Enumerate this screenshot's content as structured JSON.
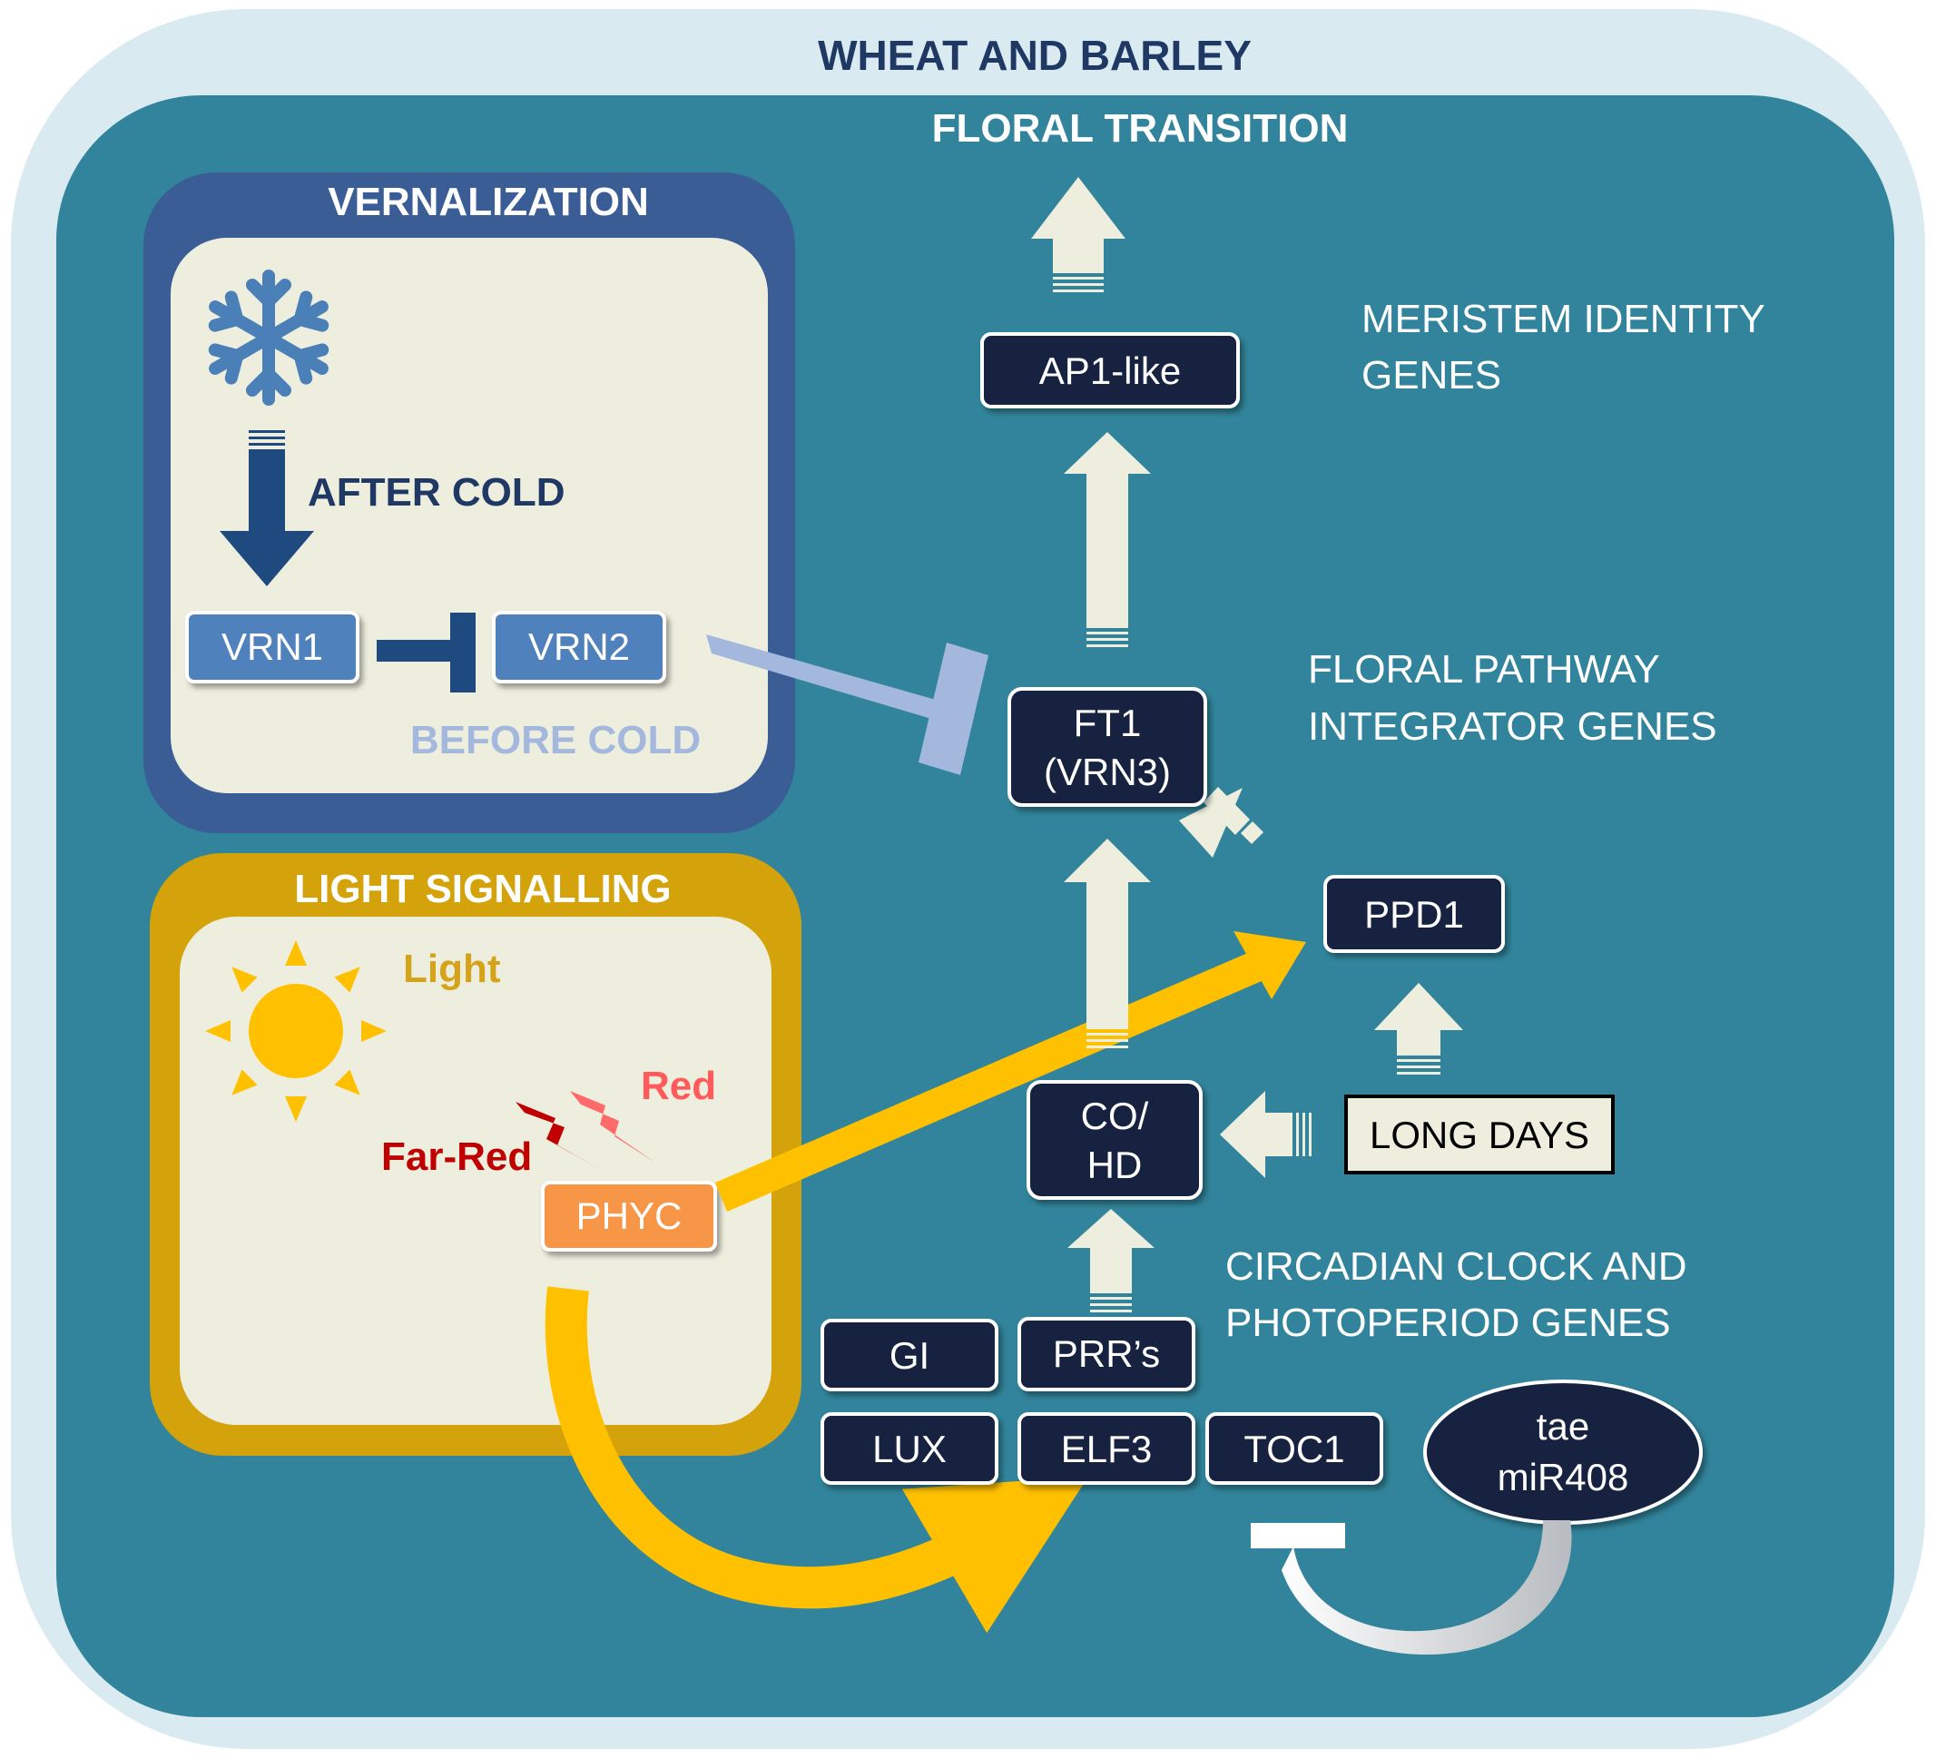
{
  "title": "WHEAT AND BARLEY",
  "floral_transition": "FLORAL TRANSITION",
  "categories": {
    "meristem_identity": [
      "MERISTEM IDENTITY",
      "GENES"
    ],
    "floral_pathway_integrator": [
      "FLORAL PATHWAY",
      "INTEGRATOR GENES"
    ],
    "circadian_clock": [
      "CIRCADIAN CLOCK AND",
      "PHOTOPERIOD GENES"
    ]
  },
  "vernalization": {
    "title": "VERNALIZATION",
    "icon": "snowflake-icon",
    "after_cold": "AFTER COLD",
    "before_cold": "BEFORE COLD",
    "vrn1": "VRN1",
    "vrn2": "VRN2"
  },
  "light_signalling": {
    "title": "LIGHT SIGNALLING",
    "icon": "sun-icon",
    "light": "Light",
    "red": "Red",
    "far_red": "Far-Red",
    "phyc": "PHYC"
  },
  "genes": {
    "ap1": "AP1-like",
    "ft1": [
      "FT1",
      "(VRN3)"
    ],
    "ppd1": "PPD1",
    "co_hd": [
      "CO/",
      "HD"
    ],
    "long_days": "LONG DAYS",
    "gi": "GI",
    "prr": "PRR’s",
    "lux": "LUX",
    "elf3": "ELF3",
    "toc1": "TOC1",
    "mir408": [
      "tae",
      "miR408"
    ]
  },
  "colors": {
    "page_bg": "#ffffff",
    "outer_frame": "#d9eaf0",
    "main_bg": "#31849b",
    "title_text": "#1f3864",
    "gene_box": "#13243f",
    "cream": "#eeeedf",
    "vern_frame": "#3a5d96",
    "vern_arrow": "#1f4a80",
    "vrn_box": "#4f81bd",
    "vrn_inhibit_light": "#a4b8dd",
    "light_frame": "#d4a20a",
    "light_text": "#d5a31a",
    "sun": "#ffc000",
    "phyc_box": "#f79646",
    "red": "#ff5b5b",
    "far_red": "#c00000",
    "yellow_arrow": "#ffc000",
    "white_text": "#ffffff"
  }
}
